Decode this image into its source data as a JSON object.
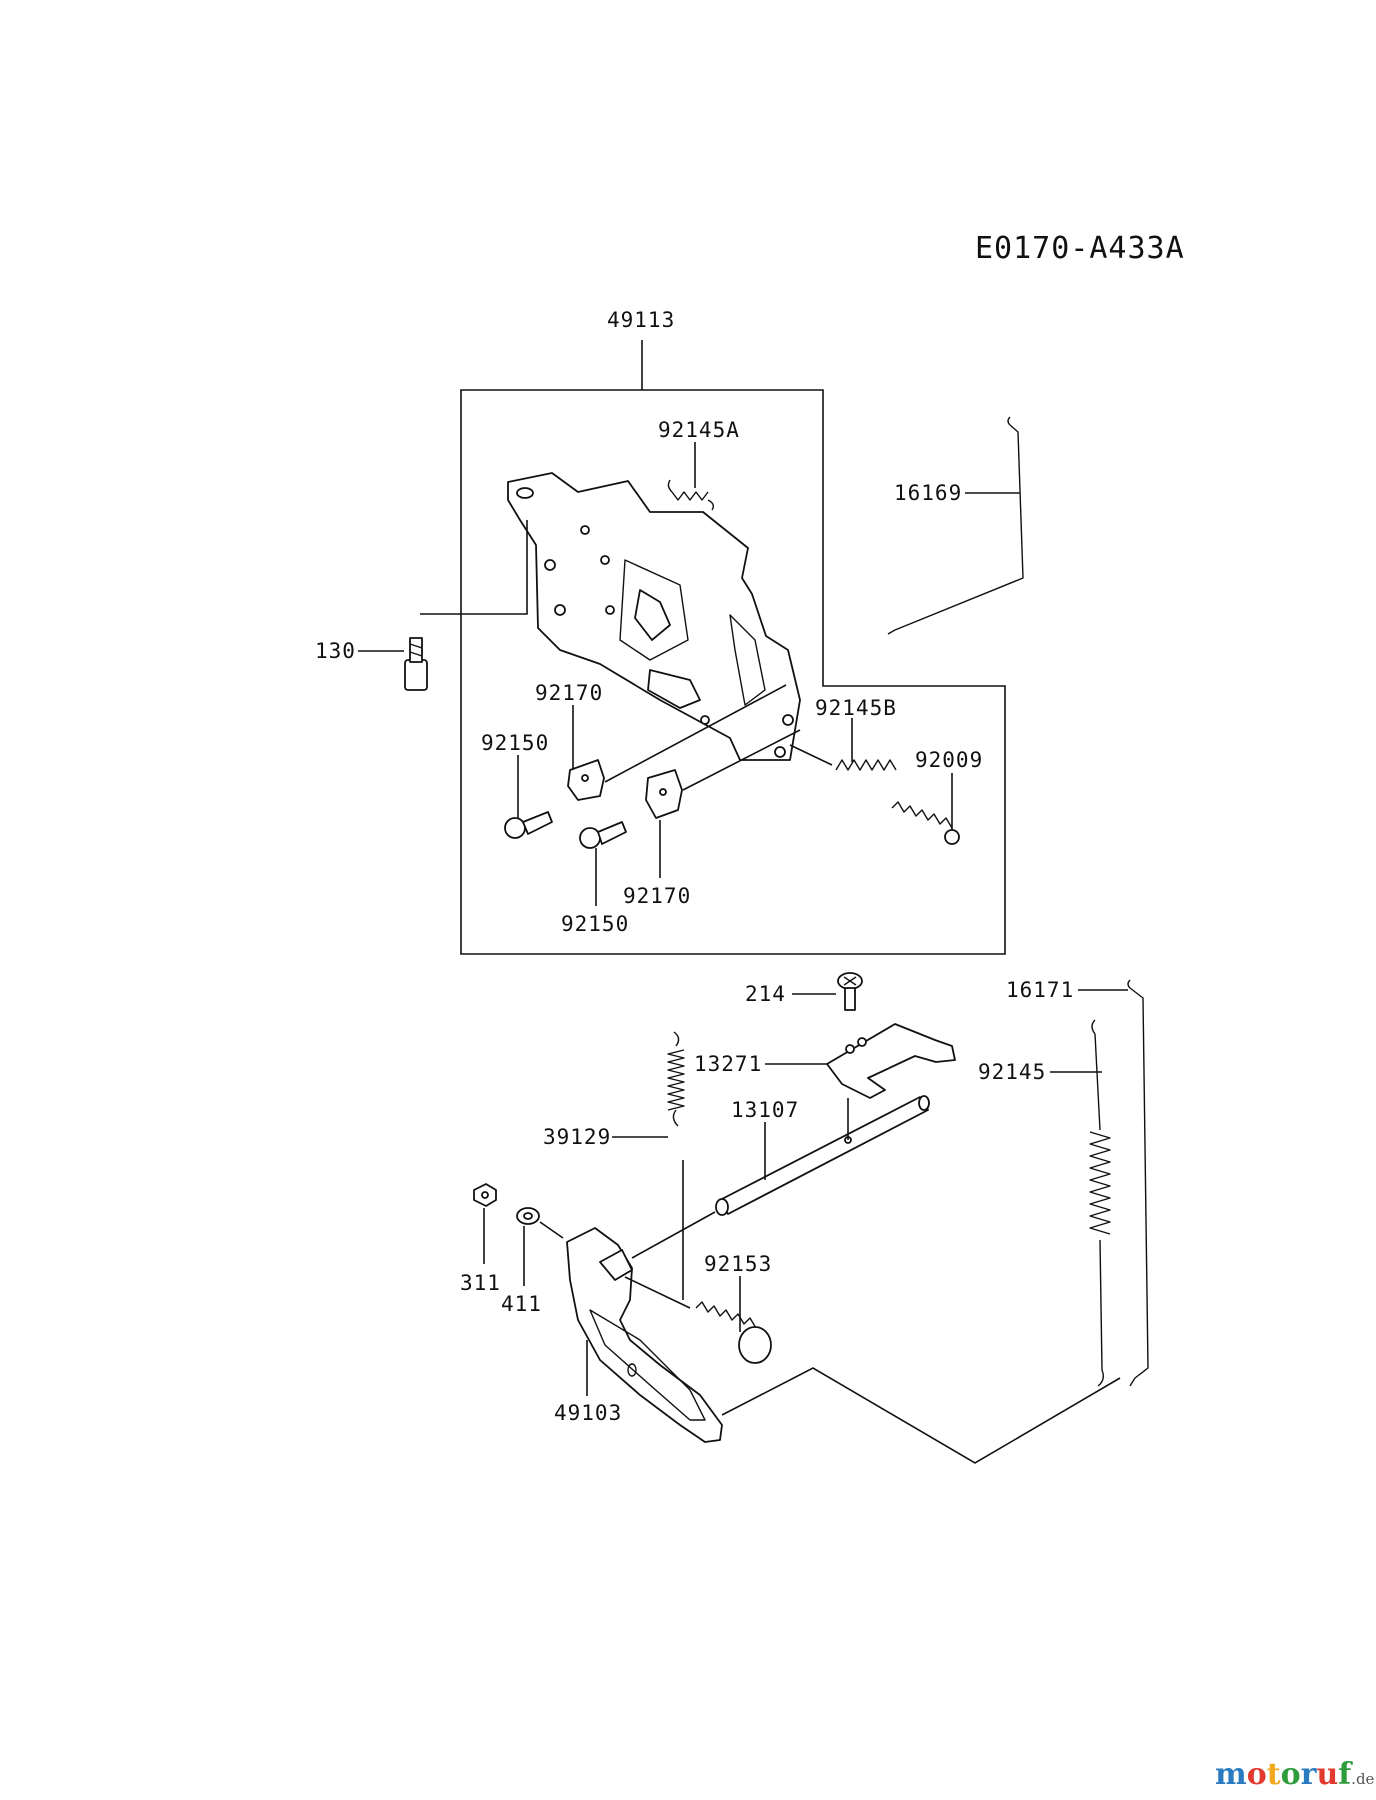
{
  "diagram_code": "E0170-A433A",
  "labels": {
    "p49113": "49113",
    "p92145A": "92145A",
    "p16169": "16169",
    "p130": "130",
    "p92170_top": "92170",
    "p92145B": "92145B",
    "p92150_left": "92150",
    "p92009": "92009",
    "p92170_bottom": "92170",
    "p92150_bottom": "92150",
    "p214": "214",
    "p16171": "16171",
    "p13271": "13271",
    "p92145": "92145",
    "p13107": "13107",
    "p39129": "39129",
    "p92153": "92153",
    "p311": "311",
    "p411": "411",
    "p49103": "49103"
  },
  "watermark": {
    "brand": "motoruf",
    "suffix": ".de",
    "colors": {
      "m": "#2a7bbf",
      "o1": "#e23a2f",
      "t": "#f2a81d",
      "o2": "#2f9c3c",
      "r": "#2a7bbf",
      "u": "#e23a2f",
      "f": "#2f9c3c",
      "suffix": "#555555"
    }
  }
}
